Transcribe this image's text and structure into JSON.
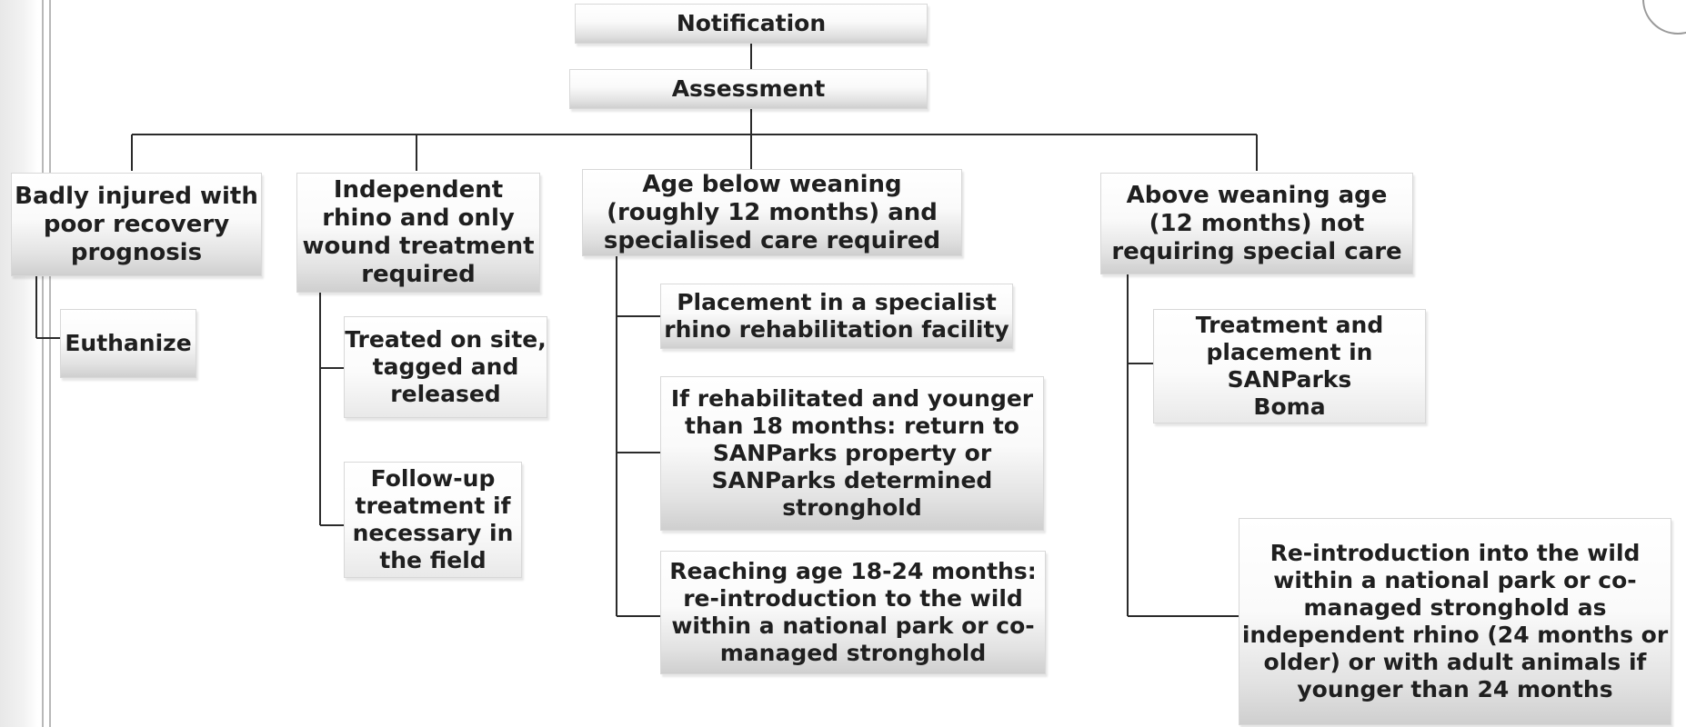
{
  "diagram": {
    "top": {
      "notification": "Notification",
      "assessment": "Assessment"
    },
    "branches": {
      "injured": {
        "title": "Badly injured with\npoor recovery\nprognosis",
        "steps": [
          "Euthanize"
        ]
      },
      "independent": {
        "title": "Independent\nrhino and only\nwound treatment\nrequired",
        "steps": [
          "Treated on site,\ntagged and\nreleased",
          "Follow-up\ntreatment if\nnecessary in\nthe field"
        ]
      },
      "below_weaning": {
        "title": "Age below weaning\n(roughly 12 months) and\nspecialised care required",
        "steps": [
          "Placement in a specialist\nrhino rehabilitation facility",
          "If rehabilitated and younger\nthan 18 months: return to\nSANParks property or\nSANParks determined\nstronghold",
          "Reaching age 18-24 months:\nre-introduction to the wild\nwithin a national park or co-\nmanaged stronghold"
        ]
      },
      "above_weaning": {
        "title": "Above weaning age\n(12 months) not\nrequiring special care",
        "steps": [
          "Treatment and\nplacement in SANParks\nBoma",
          "Re-introduction into the wild\nwithin a national park or co-\nmanaged stronghold as\nindependent rhino (24 months or\nolder) or with adult animals if\nyounger than 24 months"
        ]
      }
    },
    "colors": {
      "connector": "#2b2b2b",
      "box_shade": "#cfcfcf"
    }
  }
}
